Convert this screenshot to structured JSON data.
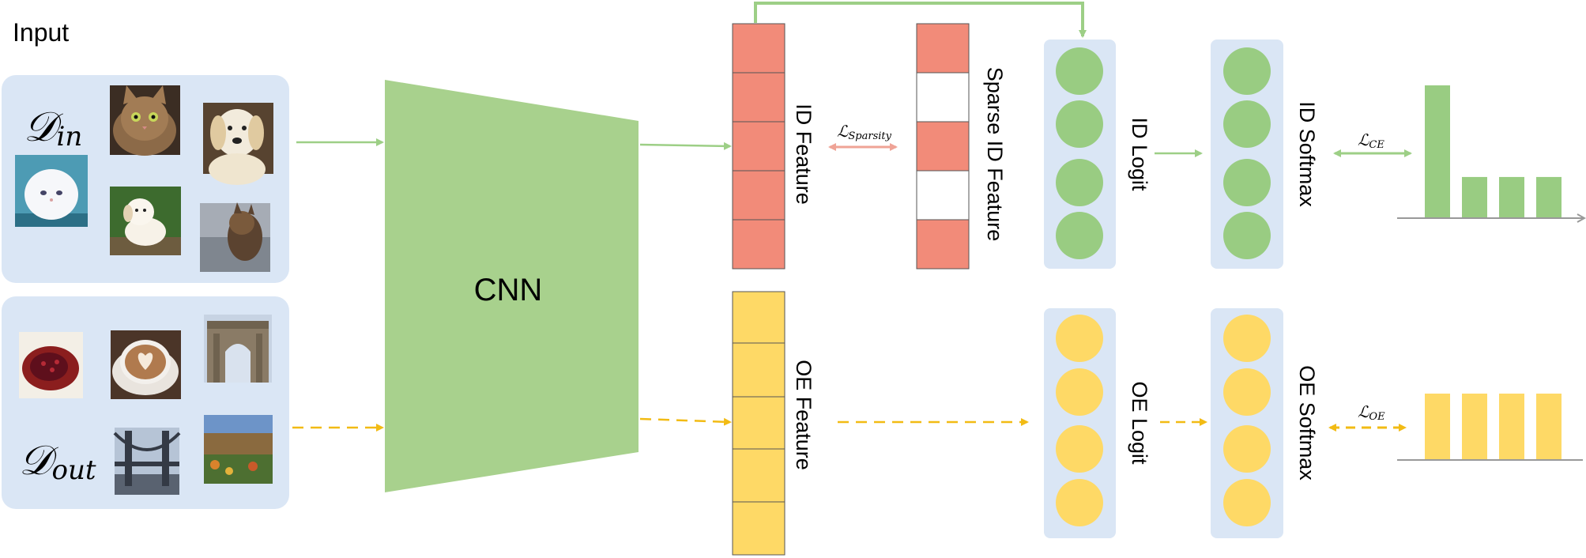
{
  "input_label": "Input",
  "model_label": "CNN",
  "datasets": {
    "in_symbol": "𝒟",
    "in_subscript": "in",
    "out_symbol": "𝒟",
    "out_subscript": "out"
  },
  "nodes": {
    "id_feature": "ID Feature",
    "sparse_id_feature": "Sparse ID Feature",
    "id_logit": "ID Logit",
    "id_softmax": "ID Softmax",
    "oe_feature": "OE Feature",
    "oe_logit": "OE Logit",
    "oe_softmax": "OE Softmax"
  },
  "losses": {
    "sparsity_symbol": "ℒ",
    "sparsity_subscript": "Sparsity",
    "ce_symbol": "ℒ",
    "ce_subscript": "CE",
    "oe_symbol": "ℒ",
    "oe_subscript": "OE"
  },
  "colors": {
    "panel": "#dae6f5",
    "cnn": "#a8d18d",
    "id_line": "#9dcf86",
    "ood_line": "#f2bb14",
    "id_feature": "#f28b79",
    "oe_feature": "#fed966",
    "id_neuron": "#99cc82",
    "oe_neuron": "#fed966",
    "sparsity_arrow": "#efa396",
    "axis": "#999999"
  },
  "icons": {
    "in_images": [
      "cat-photo-icon",
      "golden-retriever-photo-icon",
      "persian-cat-photo-icon",
      "puppy-photo-icon",
      "yorkshire-terrier-photo-icon"
    ],
    "out_images": [
      "pomegranate-photo-icon",
      "latte-art-photo-icon",
      "stone-arch-photo-icon",
      "bridge-photo-icon",
      "garden-photo-icon"
    ]
  },
  "id_softmax_chart": {
    "type": "bar",
    "values": [
      1.0,
      0.31,
      0.31,
      0.31
    ]
  },
  "oe_softmax_chart": {
    "type": "bar",
    "values": [
      1.0,
      1.0,
      1.0,
      1.0
    ]
  }
}
